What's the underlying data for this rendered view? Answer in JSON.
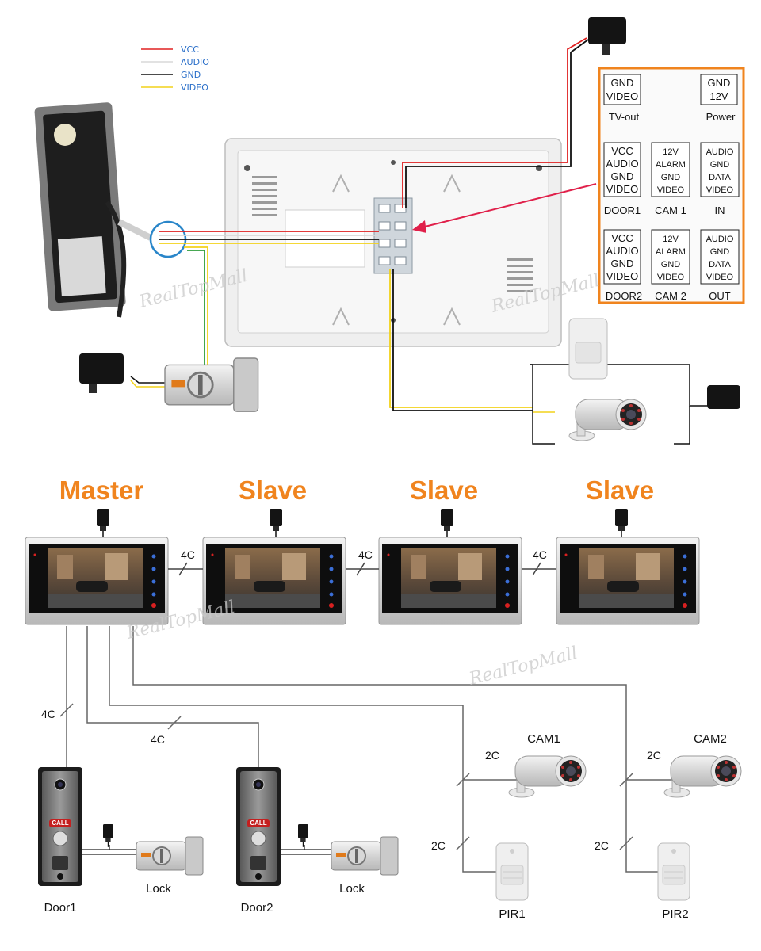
{
  "legend": [
    {
      "label": "VCC",
      "color": "#e02020"
    },
    {
      "label": "AUDIO",
      "color": "#d8d8d8"
    },
    {
      "label": "GND",
      "color": "#111111"
    },
    {
      "label": "VIDEO",
      "color": "#f2d21a"
    }
  ],
  "watermark": "RealTopMall",
  "ports": {
    "tv_out": {
      "lines": [
        "GND",
        "VIDEO"
      ],
      "caption": "TV-out"
    },
    "power": {
      "lines": [
        "GND",
        "12V"
      ],
      "caption": "Power"
    },
    "door1": {
      "lines": [
        "VCC",
        "AUDIO",
        "GND",
        "VIDEO"
      ],
      "caption": "DOOR1"
    },
    "cam1": {
      "lines": [
        "12V",
        "ALARM",
        "GND",
        "VIDEO"
      ],
      "caption": "CAM 1"
    },
    "in": {
      "lines": [
        "AUDIO",
        "GND",
        "DATA",
        "VIDEO"
      ],
      "caption": "IN"
    },
    "door2": {
      "lines": [
        "VCC",
        "AUDIO",
        "GND",
        "VIDEO"
      ],
      "caption": "DOOR2"
    },
    "cam2": {
      "lines": [
        "12V",
        "ALARM",
        "GND",
        "VIDEO"
      ],
      "caption": "CAM 2"
    },
    "out": {
      "lines": [
        "AUDIO",
        "GND",
        "DATA",
        "VIDEO"
      ],
      "caption": "OUT"
    }
  },
  "monitors": [
    {
      "role": "Master"
    },
    {
      "role": "Slave"
    },
    {
      "role": "Slave"
    },
    {
      "role": "Slave"
    }
  ],
  "link_labels": [
    "4C",
    "4C",
    "4C"
  ],
  "wire_labels": {
    "door1": "4C",
    "door2": "4C",
    "cam1": "2C",
    "cam2": "2C",
    "pir1": "2C",
    "pir2": "2C"
  },
  "devices": {
    "door1": "Door1",
    "door2": "Door2",
    "lock1": "Lock",
    "lock2": "Lock",
    "cam1": "CAM1",
    "cam2": "CAM2",
    "pir1": "PIR1",
    "pir2": "PIR2",
    "call_button": "CALL"
  }
}
